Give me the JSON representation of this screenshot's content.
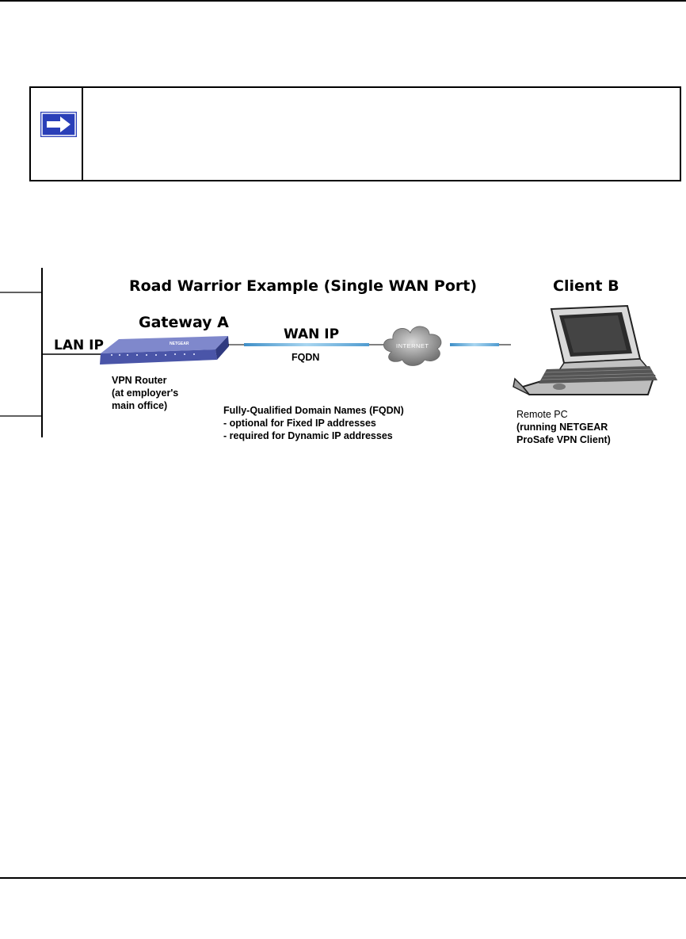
{
  "diagram": {
    "title": "Road Warrior Example (Single WAN Port)",
    "gateway_label": "Gateway A",
    "lan_ip_label": "LAN IP",
    "wan_ip_label": "WAN IP",
    "fqdn_label": "FQDN",
    "internet_label": "INTERNET",
    "client_label": "Client B",
    "router_caption": [
      "VPN Router",
      "(at employer's",
      "main office)"
    ],
    "fqdn_note": [
      "Fully-Qualified Domain Names (FQDN)",
      "- optional for Fixed IP addresses",
      "- required for Dynamic IP addresses"
    ],
    "pc_caption": [
      "Remote PC",
      "(running NETGEAR",
      "ProSafe VPN Client)"
    ]
  },
  "colors": {
    "note_arrow": "#2a3fb8",
    "router_body": "#4a55a8",
    "link_line": "#6fb4dc",
    "cloud": "#8d8d8d"
  },
  "icons": {
    "note": "right-arrow-icon",
    "gateway": "vpn-router-icon",
    "internet": "cloud-icon",
    "client": "laptop-icon"
  }
}
